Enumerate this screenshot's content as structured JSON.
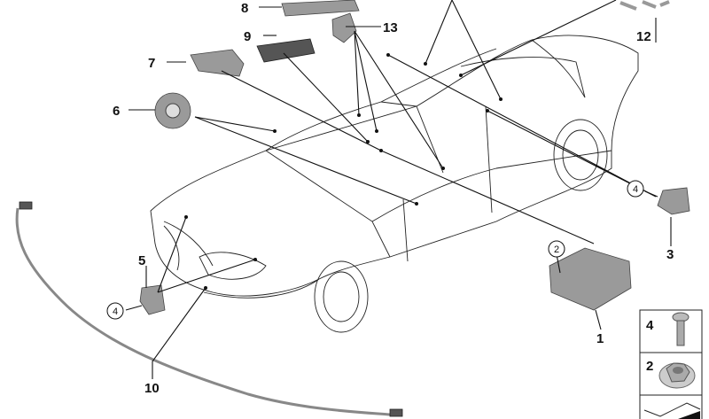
{
  "diagram": {
    "parts": [
      {
        "label": "1"
      },
      {
        "label": "2"
      },
      {
        "label": "3"
      },
      {
        "label": "4"
      },
      {
        "label": "5"
      },
      {
        "label": "6"
      },
      {
        "label": "7"
      },
      {
        "label": "8"
      },
      {
        "label": "9"
      },
      {
        "label": "10"
      },
      {
        "label": "12"
      },
      {
        "label": "13"
      }
    ],
    "callouts": {
      "circled_2": "2",
      "circled_4_rear": "4",
      "circled_4_front": "4"
    },
    "legend": [
      {
        "label": "4",
        "icon": "screw-icon"
      },
      {
        "label": "2",
        "icon": "nut-icon"
      }
    ]
  }
}
